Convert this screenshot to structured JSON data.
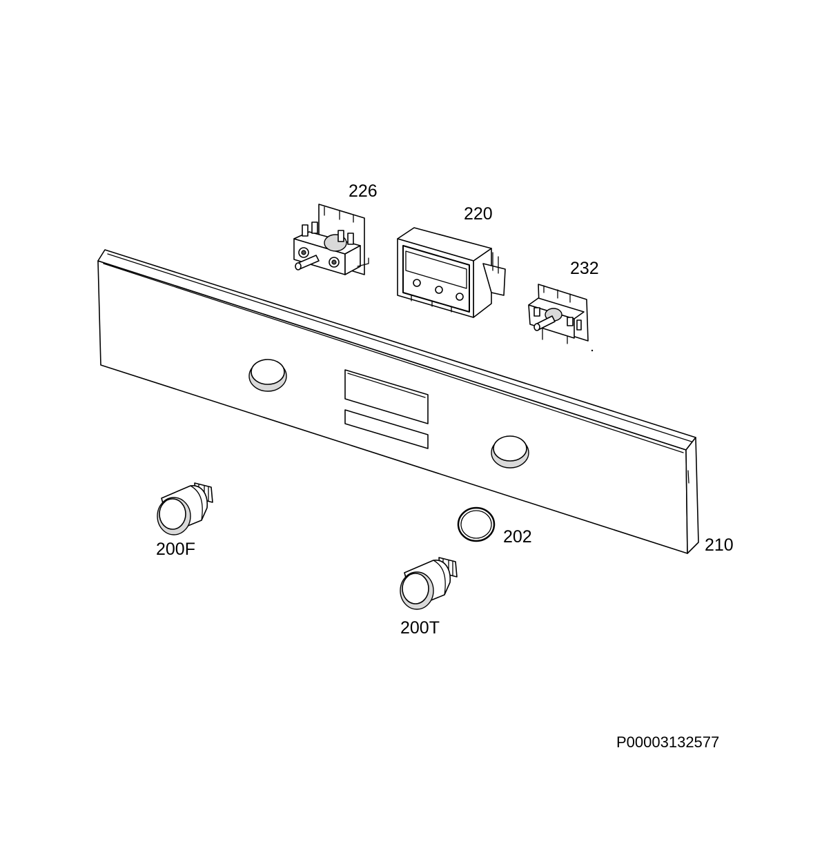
{
  "labels": {
    "part_226": "226",
    "part_220": "220",
    "part_232": "232",
    "part_210": "210",
    "part_202": "202",
    "part_200F": "200F",
    "part_200T": "200T"
  },
  "drawing_code": "P00003132577"
}
